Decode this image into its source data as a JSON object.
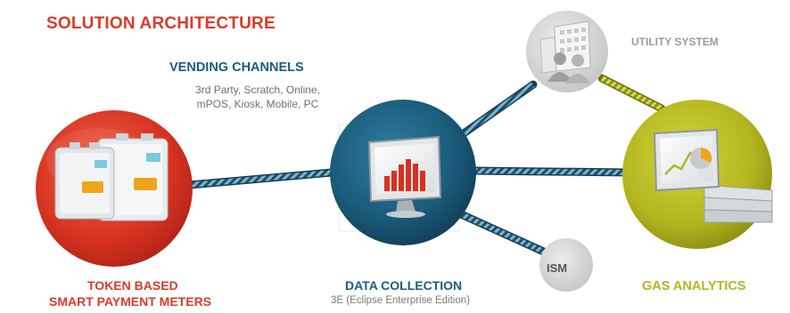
{
  "title": "SOLUTION ARCHITECTURE",
  "vending": {
    "title": "VENDING CHANNELS",
    "line1": "3rd Party, Scratch, Online,",
    "line2": "mPOS, Kiosk, Mobile, PC"
  },
  "utility": {
    "label": "UTILITY SYSTEM"
  },
  "meters": {
    "line1": "TOKEN BASED",
    "line2": "SMART PAYMENT METERS"
  },
  "data_collection": {
    "title": "DATA COLLECTION",
    "subtitle": "3E (Eclipse Enterprise Edition)"
  },
  "gas": {
    "label": "GAS ANALYTICS"
  },
  "ism": {
    "label": "ISM"
  },
  "colors": {
    "red": "#d93b2b",
    "blue": "#1b5d7e",
    "olive": "#b3b520",
    "gray": "#9a9a9a"
  }
}
